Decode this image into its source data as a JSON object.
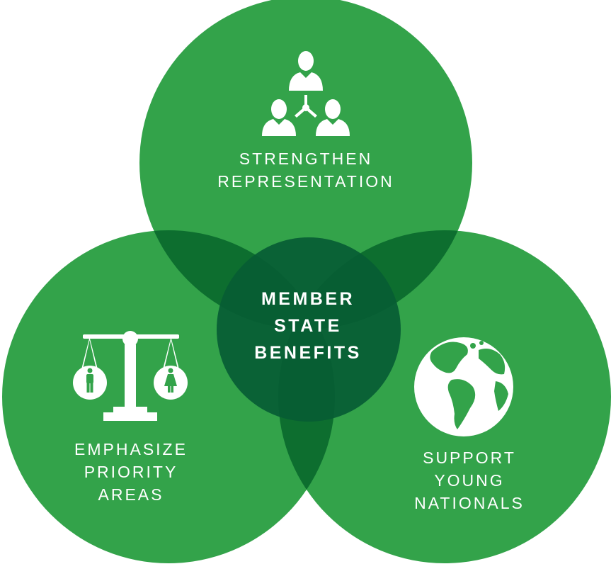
{
  "diagram": {
    "center": {
      "lines": [
        "MEMBER",
        "STATE",
        "BENEFITS"
      ]
    },
    "top": {
      "lines": [
        "STRENGTHEN",
        "REPRESENTATION"
      ],
      "icon": "people-network-icon"
    },
    "left": {
      "lines": [
        "EMPHASIZE",
        "PRIORITY",
        "AREAS"
      ],
      "icon": "balance-scale-gender-icon"
    },
    "right": {
      "lines": [
        "SUPPORT",
        "YOUNG",
        "NATIONALS"
      ],
      "icon": "globe-icon"
    },
    "colors": {
      "circle": "#33a34a",
      "overlap": "#0d6e2f",
      "center": "#075c34",
      "text": "#ffffff"
    }
  }
}
